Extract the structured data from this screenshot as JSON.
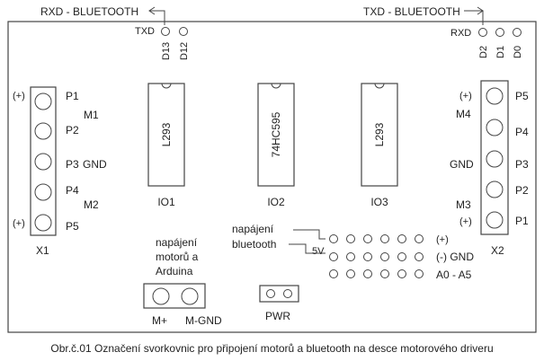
{
  "top": {
    "rxd_bt": "RXD - BLUETOOTH",
    "txd_bt": "TXD - BLUETOOTH",
    "txd_pin": "TXD",
    "rxd_pin": "RXD",
    "pins_left": [
      "D13",
      "D12"
    ],
    "pins_right": [
      "D2",
      "D1",
      "D0"
    ]
  },
  "x1": {
    "name": "X1",
    "pins": [
      "P1",
      "P2",
      "P3",
      "P4",
      "P5"
    ],
    "plus_top": "(+)",
    "plus_bottom": "(+)",
    "m1": "M1",
    "m2": "M2",
    "gnd": "GND"
  },
  "x2": {
    "name": "X2",
    "pins": [
      "P5",
      "P4",
      "P3",
      "P2",
      "P1"
    ],
    "plus_top": "(+)",
    "plus_bottom": "(+)",
    "m4": "M4",
    "m3": "M3",
    "gnd": "GND"
  },
  "ics": [
    {
      "chip": "L293",
      "label": "IO1"
    },
    {
      "chip": "74HC595",
      "label": "IO2"
    },
    {
      "chip": "L293",
      "label": "IO3"
    }
  ],
  "bottom": {
    "motor_power": [
      "napájení",
      "motorů a",
      "Arduina"
    ],
    "m_plus": "M+",
    "m_gnd": "M-GND",
    "pwr": "PWR",
    "bt_power": [
      "napájení",
      "bluetooth"
    ],
    "v5": "5V",
    "plus": "(+)",
    "minus_gnd": "(-) GND",
    "a_range": "A0 - A5"
  },
  "caption": "Obr.č.01 Označení svorkovnic pro připojení motorů a bluetooth na desce motorového driveru"
}
